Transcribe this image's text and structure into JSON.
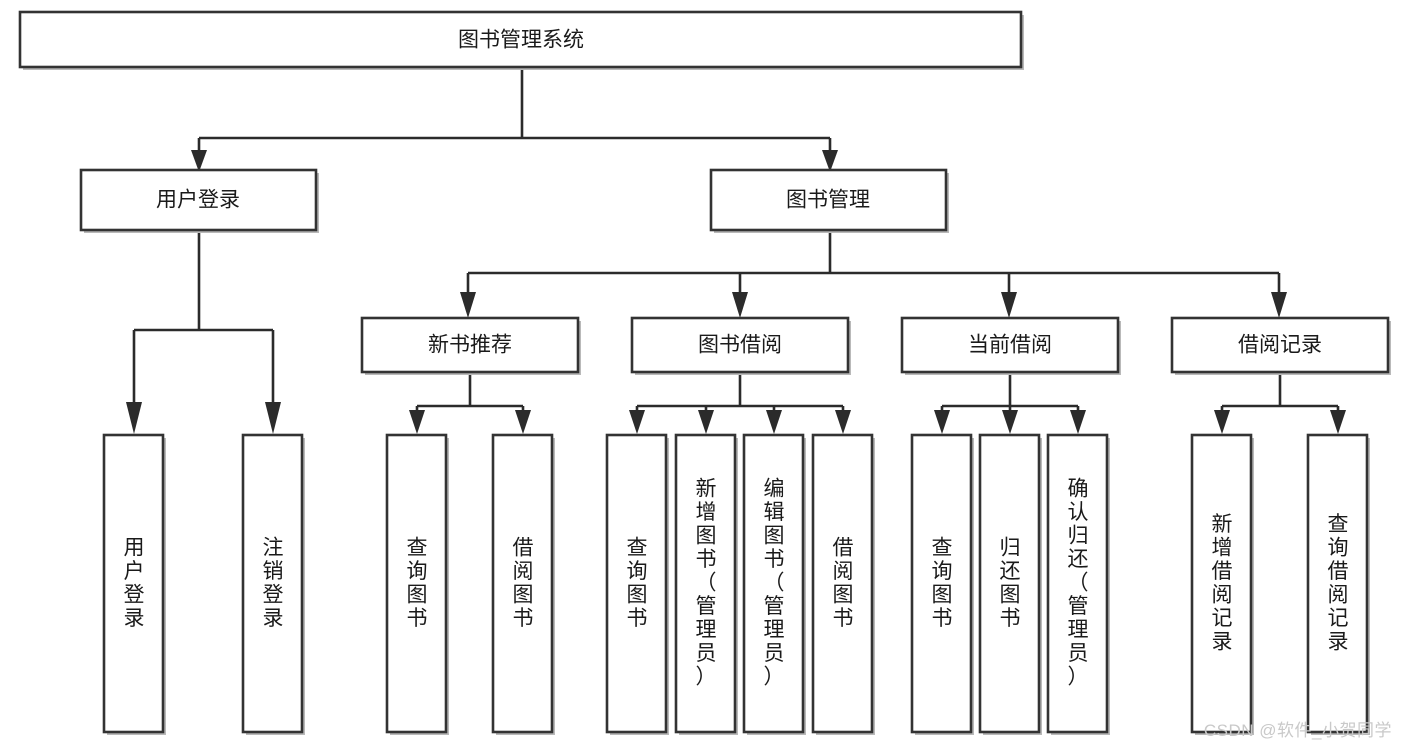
{
  "diagram": {
    "type": "tree-flowchart",
    "title": "图书管理系统",
    "watermark": "CSDN @软件_小贺同学",
    "style": {
      "box_fill": "#ffffff",
      "box_stroke": "#333333",
      "connector_color": "#2b2b2b",
      "text_color": "#1a1a1a",
      "shadow_color": "#b9b9b9",
      "watermark_color": "#c9c9c9",
      "background": "#ffffff"
    },
    "nodes": {
      "root": {
        "label": "图书管理系统",
        "level": 1,
        "orientation": "horizontal"
      },
      "l2": [
        {
          "id": "user-login",
          "label": "用户登录",
          "level": 2,
          "orientation": "horizontal"
        },
        {
          "id": "book-manage",
          "label": "图书管理",
          "level": 2,
          "orientation": "horizontal"
        }
      ],
      "l3": [
        {
          "id": "new-book-recommend",
          "label": "新书推荐",
          "level": 3,
          "orientation": "horizontal"
        },
        {
          "id": "book-borrow",
          "label": "图书借阅",
          "level": 3,
          "orientation": "horizontal"
        },
        {
          "id": "current-borrow",
          "label": "当前借阅",
          "level": 3,
          "orientation": "horizontal"
        },
        {
          "id": "borrow-record",
          "label": "借阅记录",
          "level": 3,
          "orientation": "horizontal"
        }
      ],
      "leaves": [
        {
          "id": "leaf-user-login",
          "label": "用户登录",
          "parent": "user-login",
          "orientation": "vertical"
        },
        {
          "id": "leaf-logout",
          "label": "注销登录",
          "parent": "user-login",
          "orientation": "vertical"
        },
        {
          "id": "leaf-query-book-1",
          "label": "查询图书",
          "parent": "new-book-recommend",
          "orientation": "vertical"
        },
        {
          "id": "leaf-borrow-book-1",
          "label": "借阅图书",
          "parent": "new-book-recommend",
          "orientation": "vertical"
        },
        {
          "id": "leaf-query-book-2",
          "label": "查询图书",
          "parent": "book-borrow",
          "orientation": "vertical"
        },
        {
          "id": "leaf-add-book",
          "label": "新增图书（管理员）",
          "parent": "book-borrow",
          "orientation": "vertical"
        },
        {
          "id": "leaf-edit-book",
          "label": "编辑图书（管理员）",
          "parent": "book-borrow",
          "orientation": "vertical"
        },
        {
          "id": "leaf-borrow-book-2",
          "label": "借阅图书",
          "parent": "book-borrow",
          "orientation": "vertical"
        },
        {
          "id": "leaf-query-book-3",
          "label": "查询图书",
          "parent": "current-borrow",
          "orientation": "vertical"
        },
        {
          "id": "leaf-return-book",
          "label": "归还图书",
          "parent": "current-borrow",
          "orientation": "vertical"
        },
        {
          "id": "leaf-confirm-return",
          "label": "确认归还（管理员）",
          "parent": "current-borrow",
          "orientation": "vertical"
        },
        {
          "id": "leaf-add-record",
          "label": "新增借阅记录",
          "parent": "borrow-record",
          "orientation": "vertical"
        },
        {
          "id": "leaf-query-record",
          "label": "查询借阅记录",
          "parent": "borrow-record",
          "orientation": "vertical"
        }
      ]
    }
  }
}
